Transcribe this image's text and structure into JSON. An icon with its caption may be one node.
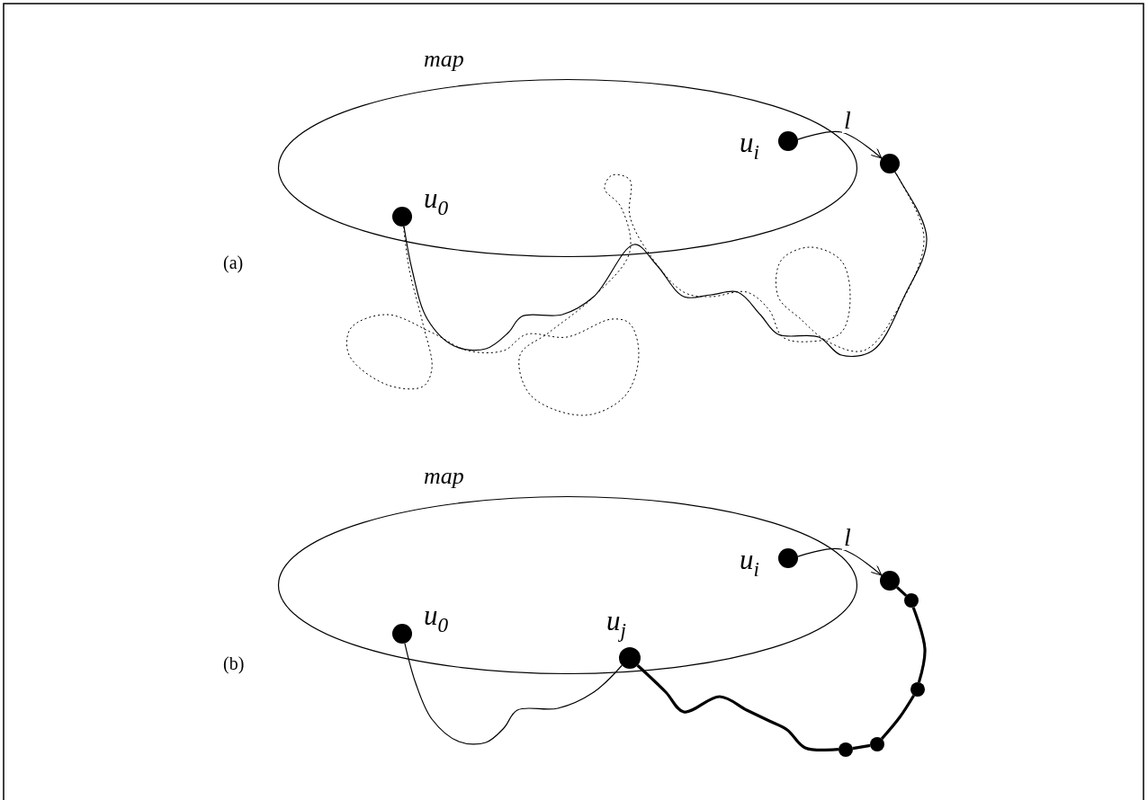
{
  "diagram": {
    "nodes": [
      {
        "text": [
          "map"
        ]
      },
      {
        "text": [],
        "shape": "circle",
        "in": 0,
        "beside": [
          "u$_{0}$"
        ]
      },
      {
        "text": [],
        "shape": "circle",
        "in": 0,
        "beside": [
          "u$_{i}$"
        ]
      },
      {
        "text": [],
        "shape": "circle"
      },
      {
        "text": [
          "map"
        ]
      },
      {
        "text": [],
        "shape": "circle",
        "in": 4,
        "beside": [
          "u$_{0}$"
        ]
      },
      {
        "text": [],
        "shape": "circle",
        "in": 4,
        "beside": [
          "u$_{i}$"
        ]
      },
      {
        "text": [],
        "shape": "circle",
        "in": 4,
        "beside": [
          "u$_{j}$"
        ]
      },
      {
        "text": [],
        "shape": "circle"
      },
      {
        "text": [],
        "shape": "circle"
      },
      {
        "text": [],
        "shape": "circle"
      },
      {
        "text": [],
        "shape": "circle"
      },
      {
        "text": [],
        "shape": "circle"
      }
    ],
    "edges": [
      {
        "from": 2,
        "to": 3,
        "arrow": "to",
        "label": "l"
      },
      {
        "from": 1,
        "to": 3,
        "arrow": "none"
      },
      {
        "from": 1,
        "to": 3,
        "arrow": "none",
        "style": "dashed"
      },
      {
        "from": 6,
        "to": 8,
        "arrow": "to",
        "label": "l"
      },
      {
        "from": 5,
        "to": 7,
        "arrow": "none"
      },
      {
        "from": 7,
        "to": 12,
        "arrow": "none",
        "style": "thick"
      },
      {
        "from": 12,
        "to": 11,
        "arrow": "none",
        "style": "thick"
      },
      {
        "from": 11,
        "to": 10,
        "arrow": "none",
        "style": "thick"
      },
      {
        "from": 10,
        "to": 9,
        "arrow": "none",
        "style": "thick"
      },
      {
        "from": 9,
        "to": 8,
        "arrow": "none",
        "style": "thick"
      }
    ],
    "labels": [
      "(a)",
      "(b)"
    ]
  }
}
